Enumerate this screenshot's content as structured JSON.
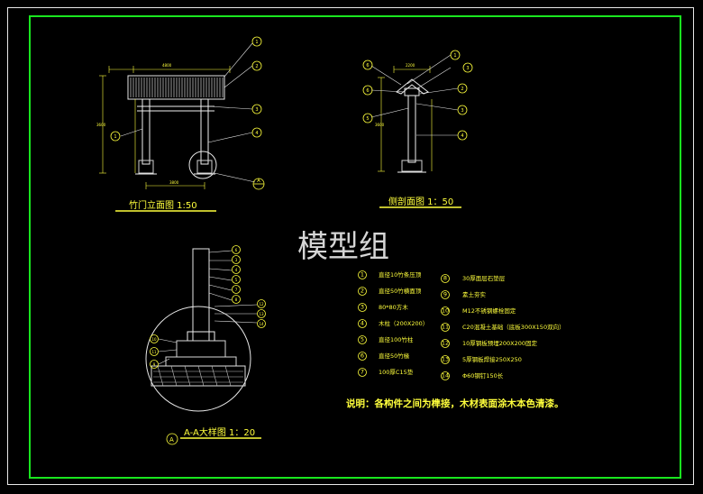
{
  "watermark": "模型组",
  "titles": {
    "front_view": "竹门立面图  1:50",
    "side_view": "侧剖面图  1：50",
    "detail_view": "A-A大样图  1：20"
  },
  "section_marker": "A",
  "note": "说明：各构件之间为榫接，木材表面涂木本色清漆。",
  "legend": {
    "left": [
      {
        "num": "1",
        "text": "直径10竹条压顶"
      },
      {
        "num": "2",
        "text": "直径50竹横面顶"
      },
      {
        "num": "3",
        "text": "80*80方木"
      },
      {
        "num": "4",
        "text": "木柱（200X200）"
      },
      {
        "num": "5",
        "text": "直径100竹柱"
      },
      {
        "num": "6",
        "text": "直径50竹椽"
      },
      {
        "num": "7",
        "text": "100厚C15垫"
      }
    ],
    "right": [
      {
        "num": "8",
        "text": "30厚面层石垫层"
      },
      {
        "num": "9",
        "text": "素土夯实"
      },
      {
        "num": "10",
        "text": "M12不锈钢螺栓固定"
      },
      {
        "num": "11",
        "text": "C20混凝土基础（底板300X150双向）"
      },
      {
        "num": "12",
        "text": "10厚钢板预埋200X200固定"
      },
      {
        "num": "13",
        "text": "5厚钢板焊接250X250"
      },
      {
        "num": "14",
        "text": "Φ60钢钉150长"
      }
    ]
  },
  "dimensions": {
    "front_top": "4800",
    "front_left": "3600",
    "front_bottom": "3800",
    "side_top": "2200",
    "side_left": "3600"
  }
}
